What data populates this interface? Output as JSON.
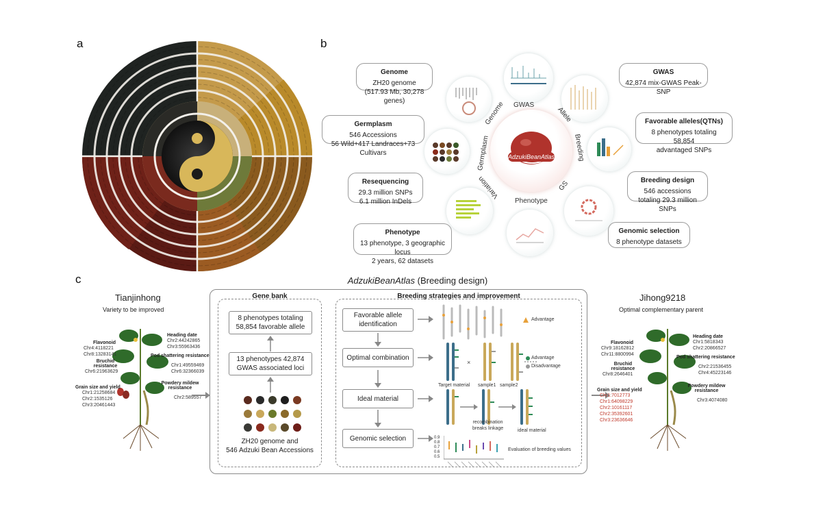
{
  "panels": {
    "a": "a",
    "b": "b",
    "c": "c"
  },
  "panel_b": {
    "center_title": "AdzukiBeanAtlas",
    "info_boxes": {
      "genome": {
        "title": "Genome",
        "lines": [
          "ZH20 genome",
          "(517.93 Mb, 30,278 genes)"
        ]
      },
      "germplasm": {
        "title": "Germplasm",
        "lines": [
          "546 Accessions",
          "56 Wild+417 Landraces+73 Cultivars"
        ]
      },
      "resequencing": {
        "title": "Resequencing",
        "lines": [
          "29.3 million SNPs",
          "6.1 million InDels"
        ]
      },
      "phenotype": {
        "title": "Phenotype",
        "lines": [
          "13 phenotype, 3 geographic locus",
          "2 years, 62 datasets"
        ]
      },
      "gwas": {
        "title": "GWAS",
        "lines": [
          "42,874 mix-GWAS Peak-SNP"
        ]
      },
      "favorable": {
        "title": "Favorable alleles(QTNs)",
        "lines": [
          "8 phenotypes totaling 58,854",
          "advantaged SNPs"
        ]
      },
      "breeding": {
        "title": "Breeding design",
        "lines": [
          "546 accessions",
          "totaling 29.3 million SNPs"
        ]
      },
      "genomic_selection": {
        "title": "Genomic selection",
        "lines": [
          "8 phenotype datasets"
        ]
      }
    },
    "circle_labels": {
      "genome": "Genome",
      "gwas": "GWAS",
      "allele": "Allele",
      "breeding": "Breeding",
      "gs": "GS",
      "phenotype": "Phenotype",
      "variation": "Variation",
      "germplasm": "Germplasm"
    }
  },
  "panel_c": {
    "title_italic": "AdzukiBeanAtlas",
    "title_rest": " (Breeding design)",
    "left_plant": {
      "name": "Tianjinhong",
      "subtitle": "Variety to be improved",
      "traits": {
        "flavonoid": {
          "label": "Flavonoid",
          "values": [
            "Chr4:4118221",
            "Chr8:13283141"
          ]
        },
        "heading": {
          "label": "Heading date",
          "values": [
            "Chr2:44242865",
            "Chr3:55963436"
          ]
        },
        "pod": {
          "label": "Pod shattering resistance",
          "values": [
            "Chr1:49559469",
            "Chr6:32366039"
          ]
        },
        "bruchid": {
          "label": "Bruchid resistance",
          "values": [
            "Chr6:21963629"
          ]
        },
        "grain": {
          "label": "Grain size and yield",
          "values": [
            "Chr1:21258684",
            "Chr2:1535126",
            "Chr3:20461443"
          ]
        },
        "mildew": {
          "label": "Powdery mildew resistance",
          "values": [
            "Chr2:589557"
          ]
        }
      }
    },
    "right_plant": {
      "name": "Jihong9218",
      "subtitle": "Optimal complementary parent",
      "traits": {
        "flavonoid": {
          "label": "Flavonoid",
          "values": [
            "Chr9:18162812",
            "Chr11:8800994"
          ]
        },
        "heading": {
          "label": "Heading date",
          "values": [
            "Chr1:5818343",
            "Chr2:20866527"
          ]
        },
        "pod": {
          "label": "Pod shattering resistance",
          "values": [
            "Chr2:21536455",
            "Chr4:45223146"
          ]
        },
        "bruchid": {
          "label": "Bruchid resistance",
          "values": [
            "Chr8:2646401"
          ]
        },
        "grain": {
          "label": "Grain size and yield",
          "values": [
            "Chr1:7012773",
            "Chr1:64098229",
            "Chr2:10161117",
            "Chr2:35392601",
            "Chr3:23636646"
          ]
        },
        "mildew": {
          "label": "Powdery mildew resistance",
          "values": [
            "Chr3:4074080"
          ]
        }
      }
    },
    "gene_bank": {
      "title": "Gene bank",
      "box1": [
        "8 phenotypes totaling",
        "58,854 favorable allele"
      ],
      "box2": [
        "13 phenotypes 42,874",
        "GWAS associated loci"
      ],
      "bottom": [
        "ZH20 genome and",
        "546 Adzuki Bean Accessions"
      ]
    },
    "strategies": {
      "title": "Breeding strategies and improvement",
      "steps": [
        "Favorable allele identification",
        "Optimal combination",
        "Ideal material",
        "Genomic selection"
      ],
      "legend_advantage": "Advantage",
      "legend_disadvantage": "Disadvantage",
      "target": "Target material",
      "sample1": "sample1",
      "sample2": "sample2",
      "recombination": [
        "recombination",
        "breaks linkage"
      ],
      "ideal": "ideal material",
      "evaluation": "Evaluation of breeding values",
      "y_ticks": [
        "0.9",
        "0.8",
        "0.7",
        "0.6",
        "0.5"
      ]
    }
  },
  "colors": {
    "accent_orange": "#e8a13a",
    "advantage_green": "#2e8b57",
    "disadvantage_gray": "#9a9a9a",
    "red_text": "#c0392b",
    "bean_red": "#b0332c"
  }
}
